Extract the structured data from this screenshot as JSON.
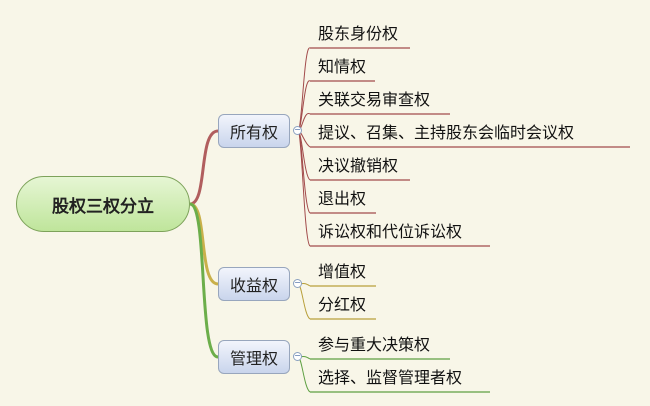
{
  "root": {
    "label": "股权三权分立"
  },
  "branches": [
    {
      "label": "所有权",
      "leaves": [
        "股东身份权",
        "知情权",
        "关联交易审查权",
        "提议、召集、主持股东会临时会议权",
        "决议撤销权",
        "退出权",
        "诉讼权和代位诉讼权"
      ]
    },
    {
      "label": "收益权",
      "leaves": [
        "增值权",
        "分红权"
      ]
    },
    {
      "label": "管理权",
      "leaves": [
        "参与重大决策权",
        "选择、监督管理者权"
      ]
    }
  ],
  "colors": {
    "background": "#f8f6e8",
    "link_ownership": "#b15e5e",
    "link_income": "#c9b04a",
    "link_management": "#6cae4a",
    "leaf_line_ownership": "#a24b4b",
    "leaf_line_income": "#b89f3a",
    "leaf_line_management": "#5ea042"
  },
  "icons": {
    "collapse": "collapse-minus-icon"
  }
}
